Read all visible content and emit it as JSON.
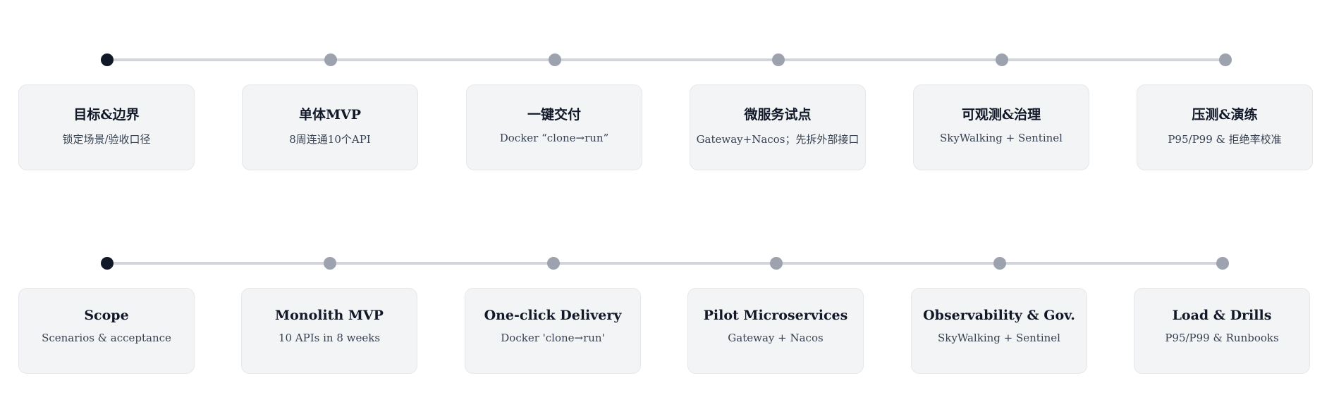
{
  "timelines": [
    {
      "milestones": [
        {
          "title": "目标&边界",
          "desc": "锁定场景/验收口径",
          "state": "active"
        },
        {
          "title": "单体MVP",
          "desc": "8周连通10个API",
          "state": "pending"
        },
        {
          "title": "一键交付",
          "desc": "Docker “clone→run”",
          "state": "pending"
        },
        {
          "title": "微服务试点",
          "desc": "Gateway+Nacos；先拆外部接口",
          "state": "pending"
        },
        {
          "title": "可观测&治理",
          "desc": "SkyWalking + Sentinel",
          "state": "pending"
        },
        {
          "title": "压测&演练",
          "desc": "P95/P99 & 拒绝率校准",
          "state": "pending"
        }
      ]
    },
    {
      "milestones": [
        {
          "title": "Scope",
          "desc": "Scenarios & acceptance",
          "state": "active"
        },
        {
          "title": "Monolith MVP",
          "desc": "10 APIs in 8 weeks",
          "state": "pending"
        },
        {
          "title": "One-click Delivery",
          "desc": "Docker 'clone→run'",
          "state": "pending"
        },
        {
          "title": "Pilot Microservices",
          "desc": "Gateway + Nacos",
          "state": "pending"
        },
        {
          "title": "Observability & Gov.",
          "desc": "SkyWalking + Sentinel",
          "state": "pending"
        },
        {
          "title": "Load & Drills",
          "desc": "P95/P99 & Runbooks",
          "state": "pending"
        }
      ]
    }
  ],
  "colors": {
    "active_dot": "#111827",
    "pending_dot": "#9ca3af",
    "track": "#d1d5db",
    "card_bg": "#f3f4f6"
  }
}
